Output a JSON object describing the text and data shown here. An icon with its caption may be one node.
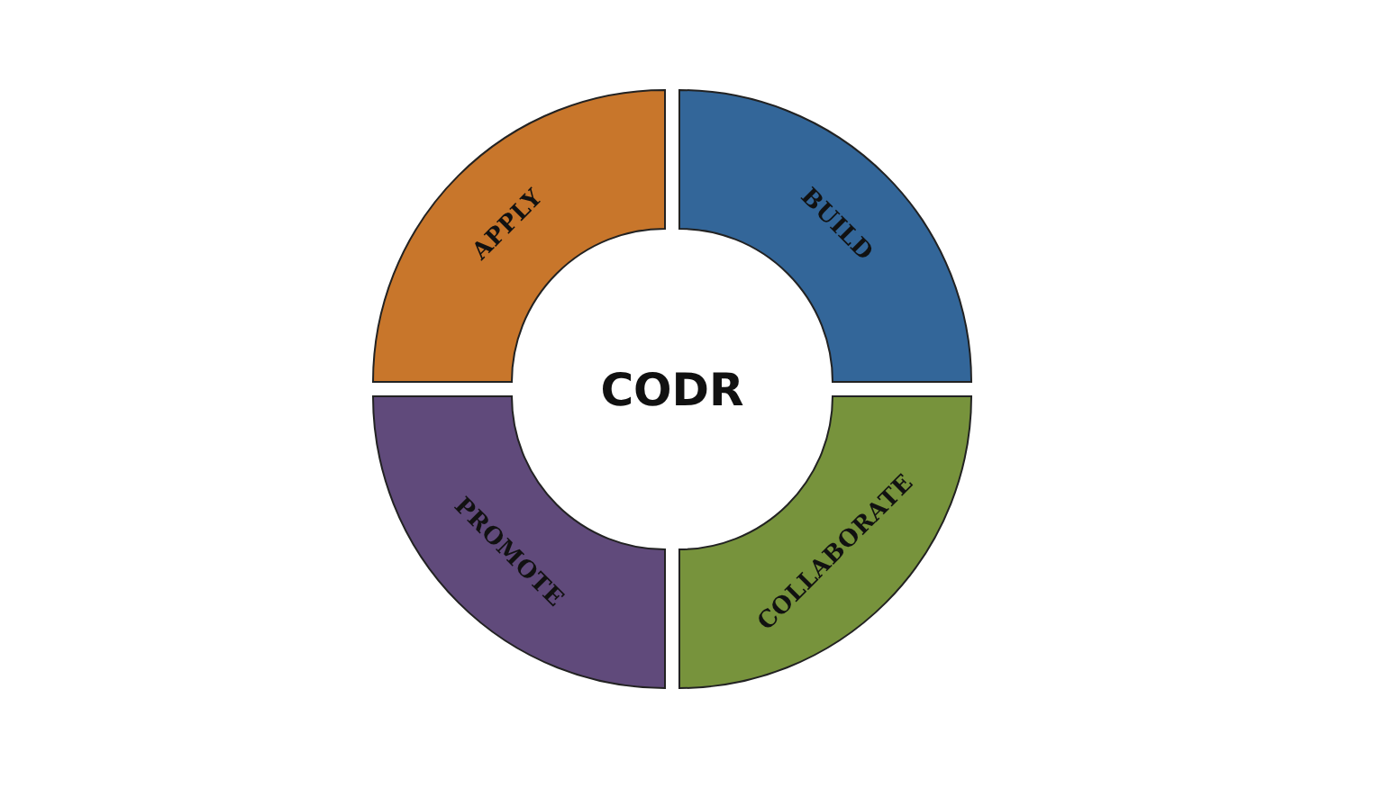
{
  "diagram": {
    "nodes": [
      {
        "text": [
          "CODR"
        ]
      },
      {
        "text": [
          "APPLY"
        ]
      },
      {
        "text": [
          "BUILD"
        ]
      },
      {
        "text": [
          "COLLABORATE"
        ]
      },
      {
        "text": [
          "PROMOTE"
        ]
      }
    ]
  }
}
